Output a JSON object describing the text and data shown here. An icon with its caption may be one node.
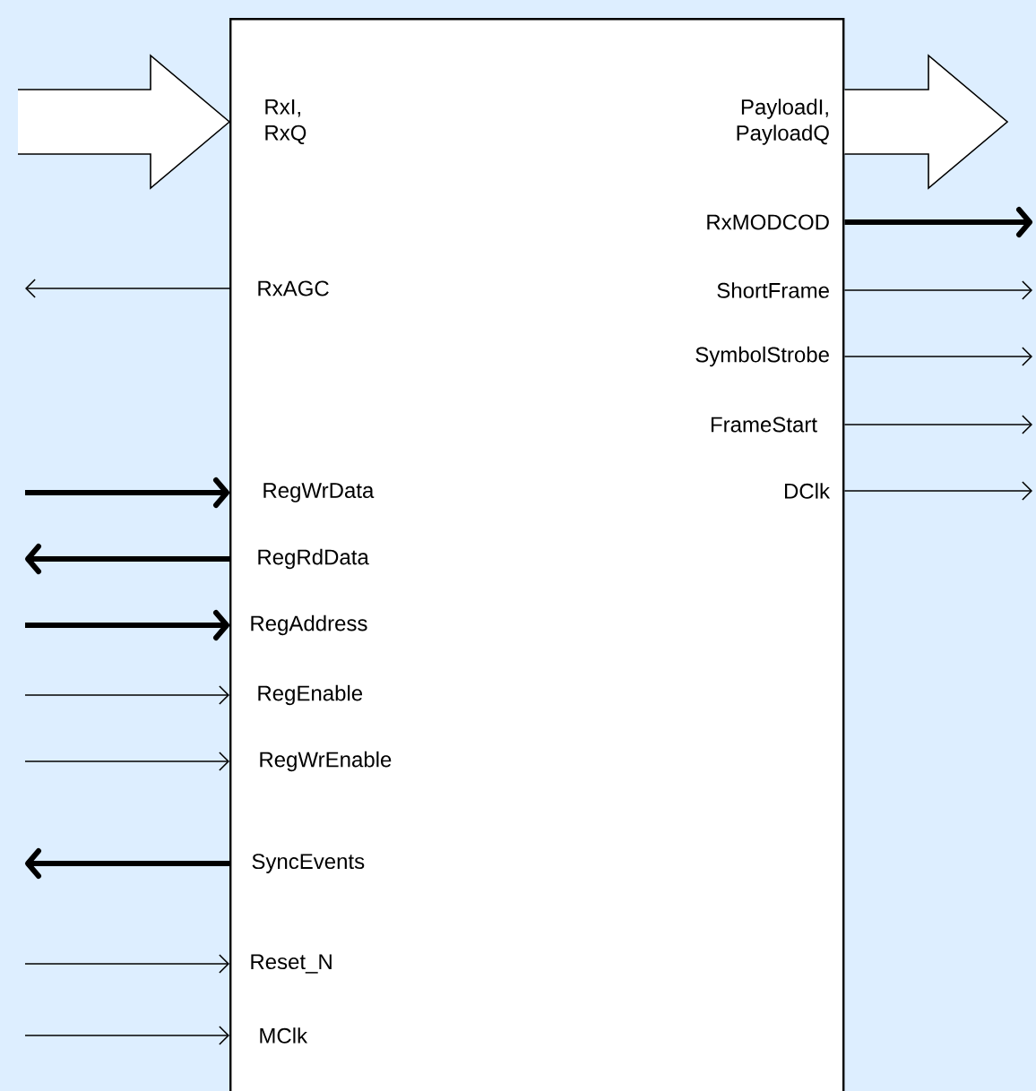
{
  "diagram": {
    "nodes": [
      {
        "text": [],
        "shape": "box"
      },
      {
        "text": [
          "RxI, RxQ"
        ],
        "in": 0
      },
      {
        "text": [
          "PayloadI, PayloadQ"
        ],
        "in": 0
      },
      {
        "text": [
          "RxMODCOD"
        ],
        "in": 0
      },
      {
        "text": [
          "RxAGC"
        ],
        "in": 0
      },
      {
        "text": [
          "ShortFrame"
        ],
        "in": 0
      },
      {
        "text": [
          "SymbolStrobe"
        ],
        "in": 0
      },
      {
        "text": [
          "FrameStart"
        ],
        "in": 0
      },
      {
        "text": [
          "DClk"
        ],
        "in": 0
      },
      {
        "text": [
          "RegWrData"
        ],
        "in": 0
      },
      {
        "text": [
          "RegRdData"
        ],
        "in": 0
      },
      {
        "text": [
          "RegAddress"
        ],
        "in": 0
      },
      {
        "text": [
          "RegEnable"
        ],
        "in": 0
      },
      {
        "text": [
          "RegWrEnable"
        ],
        "in": 0
      },
      {
        "text": [
          "SyncEvents"
        ],
        "in": 0
      },
      {
        "text": [
          "Reset_N"
        ],
        "in": 0
      },
      {
        "text": [
          "MClk"
        ],
        "in": 0
      }
    ],
    "edges": [
      {
        "from": null,
        "to": 1,
        "arrow": "to"
      },
      {
        "from": 2,
        "to": null,
        "arrow": "to"
      },
      {
        "from": 3,
        "to": null,
        "arrow": "to",
        "style": "thick"
      },
      {
        "from": 4,
        "to": null,
        "arrow": "to"
      },
      {
        "from": 5,
        "to": null,
        "arrow": "to"
      },
      {
        "from": 6,
        "to": null,
        "arrow": "to"
      },
      {
        "from": 7,
        "to": null,
        "arrow": "to"
      },
      {
        "from": 8,
        "to": null,
        "arrow": "to"
      },
      {
        "from": null,
        "to": 9,
        "arrow": "to",
        "style": "thick"
      },
      {
        "from": 10,
        "to": null,
        "arrow": "to",
        "style": "thick"
      },
      {
        "from": null,
        "to": 11,
        "arrow": "to",
        "style": "thick"
      },
      {
        "from": null,
        "to": 12,
        "arrow": "to"
      },
      {
        "from": null,
        "to": 13,
        "arrow": "to"
      },
      {
        "from": 14,
        "to": null,
        "arrow": "to",
        "style": "thick"
      },
      {
        "from": null,
        "to": 15,
        "arrow": "to"
      },
      {
        "from": null,
        "to": 16,
        "arrow": "to"
      }
    ]
  }
}
